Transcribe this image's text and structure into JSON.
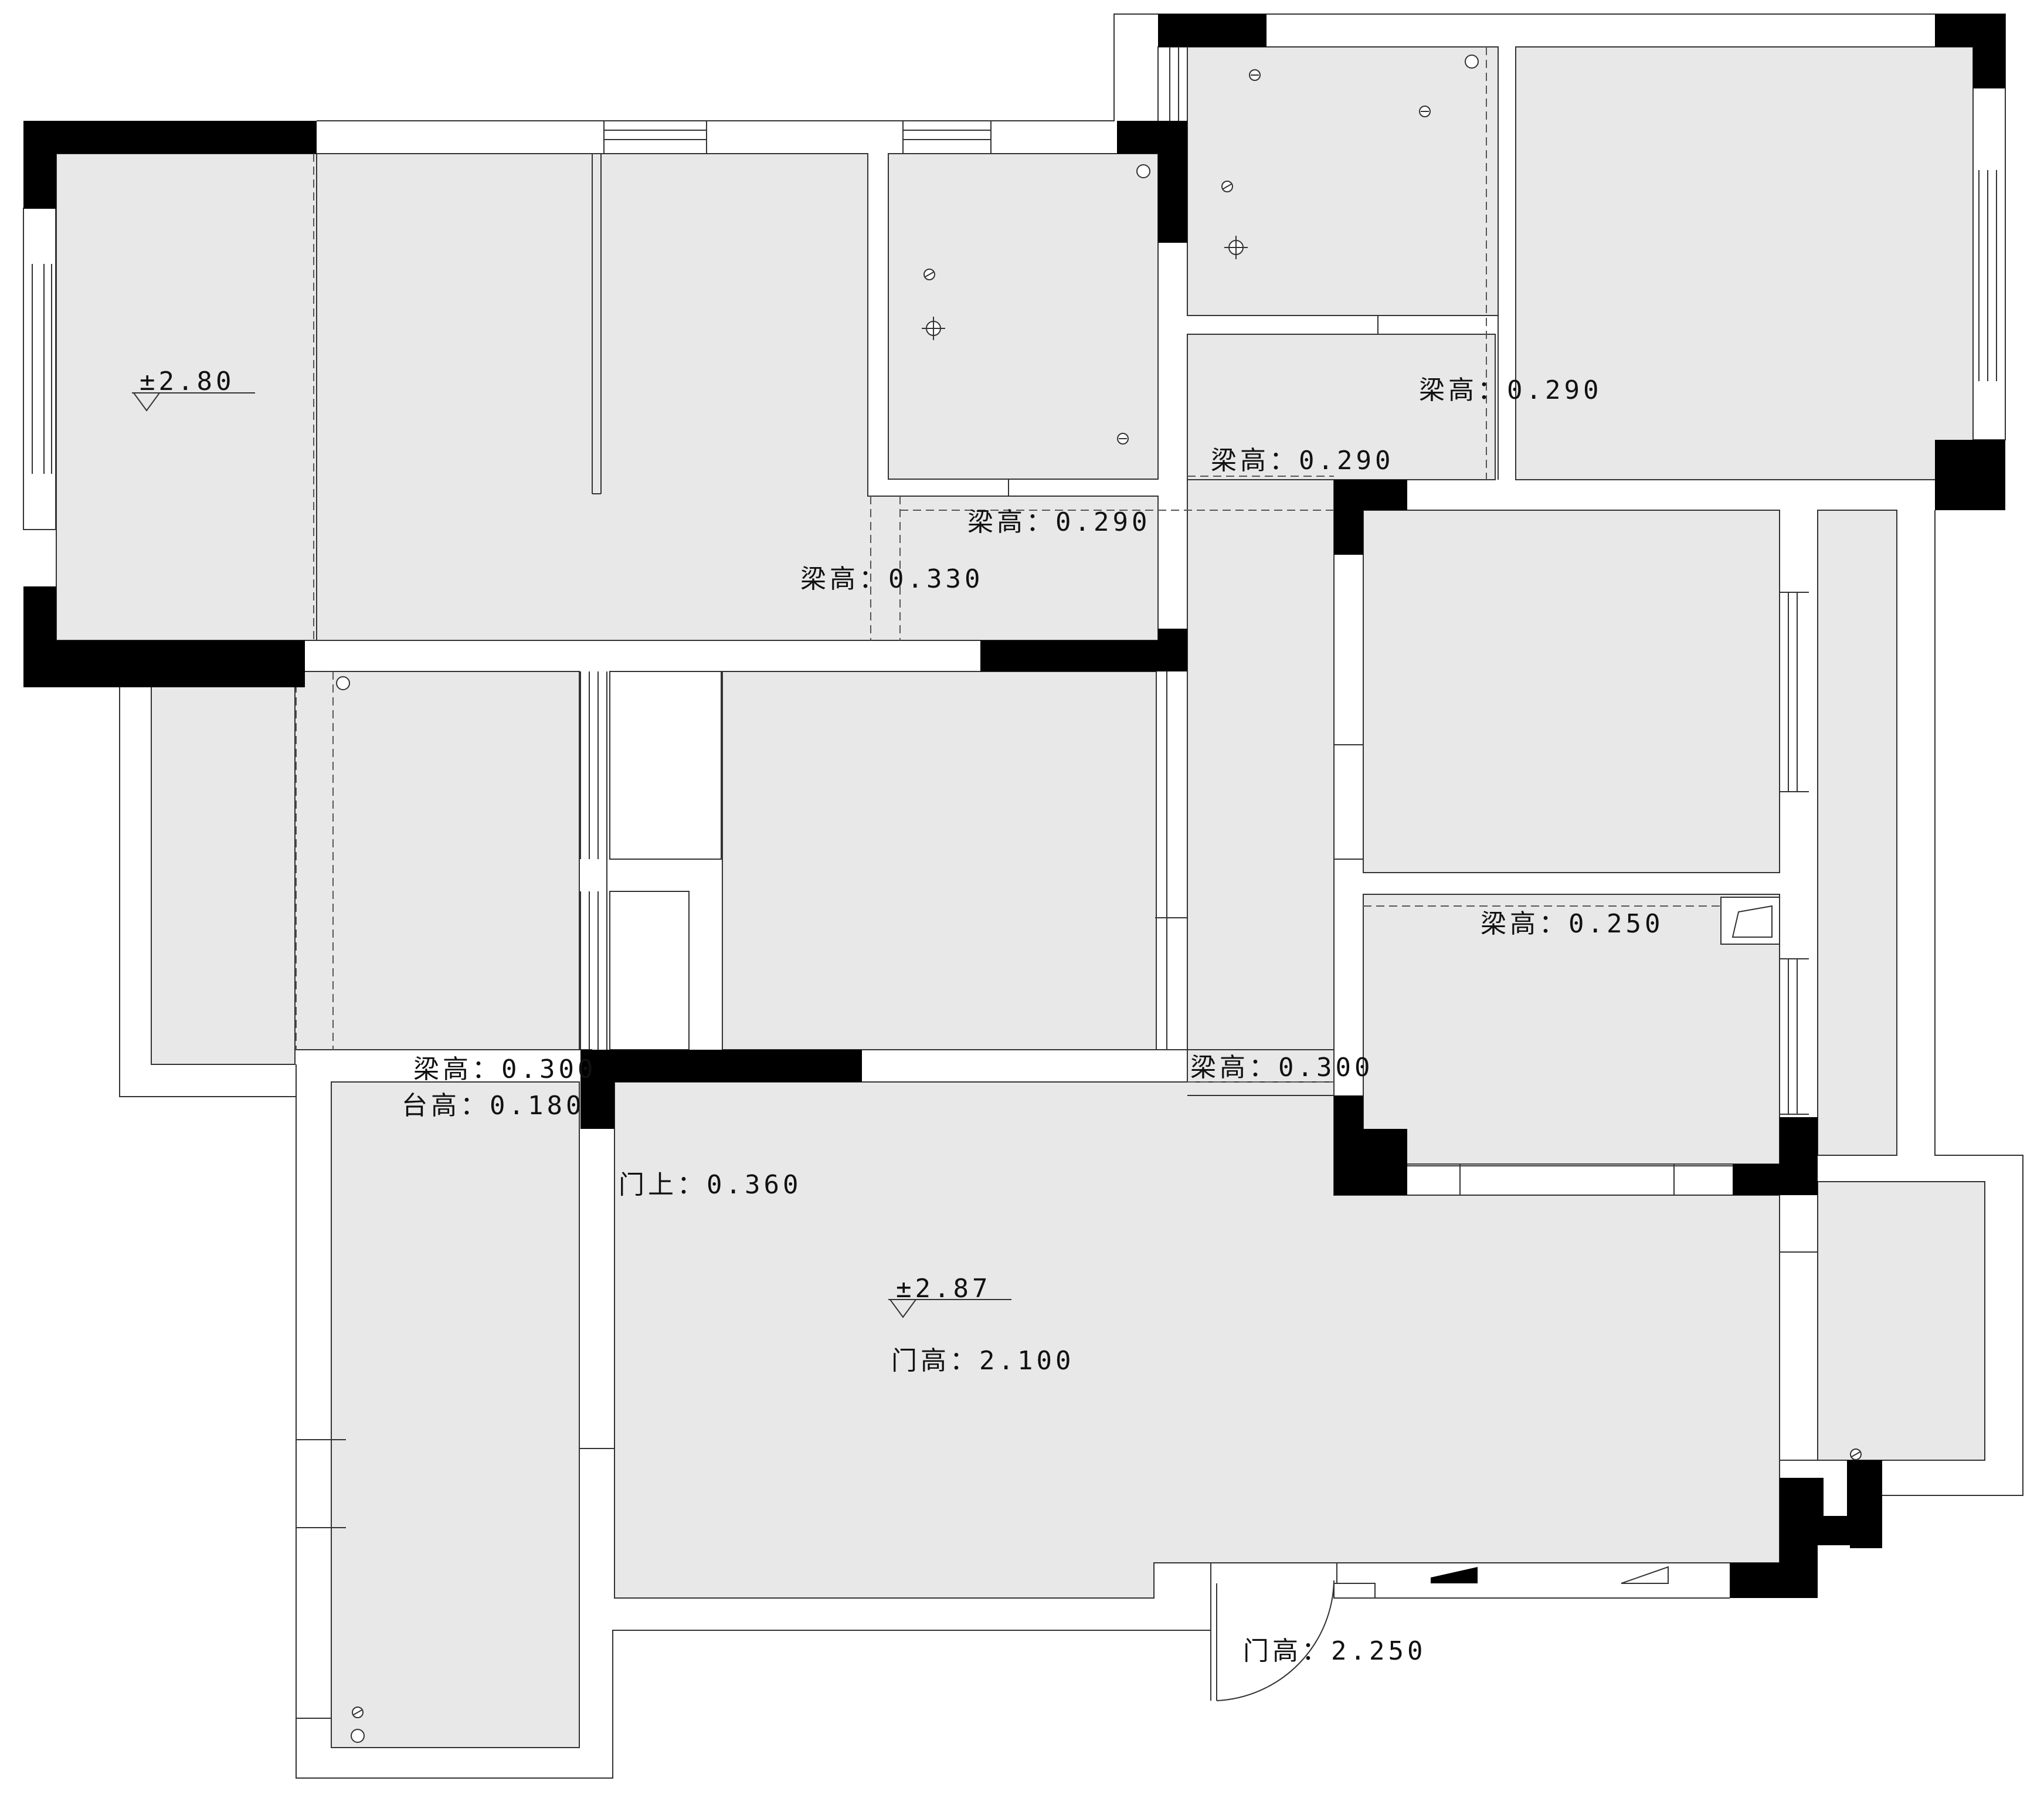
{
  "plan": {
    "elevation_bedroom": "±2.80",
    "elevation_living": "±2.87",
    "labels": {
      "beam_0290_a": "梁高：0.290",
      "beam_0290_b": "梁高：0.290",
      "beam_0290_c": "梁高：0.290",
      "beam_0330": "梁高：0.330",
      "beam_0250": "梁高：0.250",
      "beam_0300_a": "梁高：0.300",
      "beam_0300_b": "梁高：0.300",
      "counter_0180": "台高：0.180",
      "door_top_0360": "门上：0.360",
      "door_height_2100": "门高：2.100",
      "door_height_2250": "门高：2.250"
    },
    "colors": {
      "room_fill": "#e8e8e8",
      "wall": "#000000",
      "line": "#333333"
    }
  }
}
